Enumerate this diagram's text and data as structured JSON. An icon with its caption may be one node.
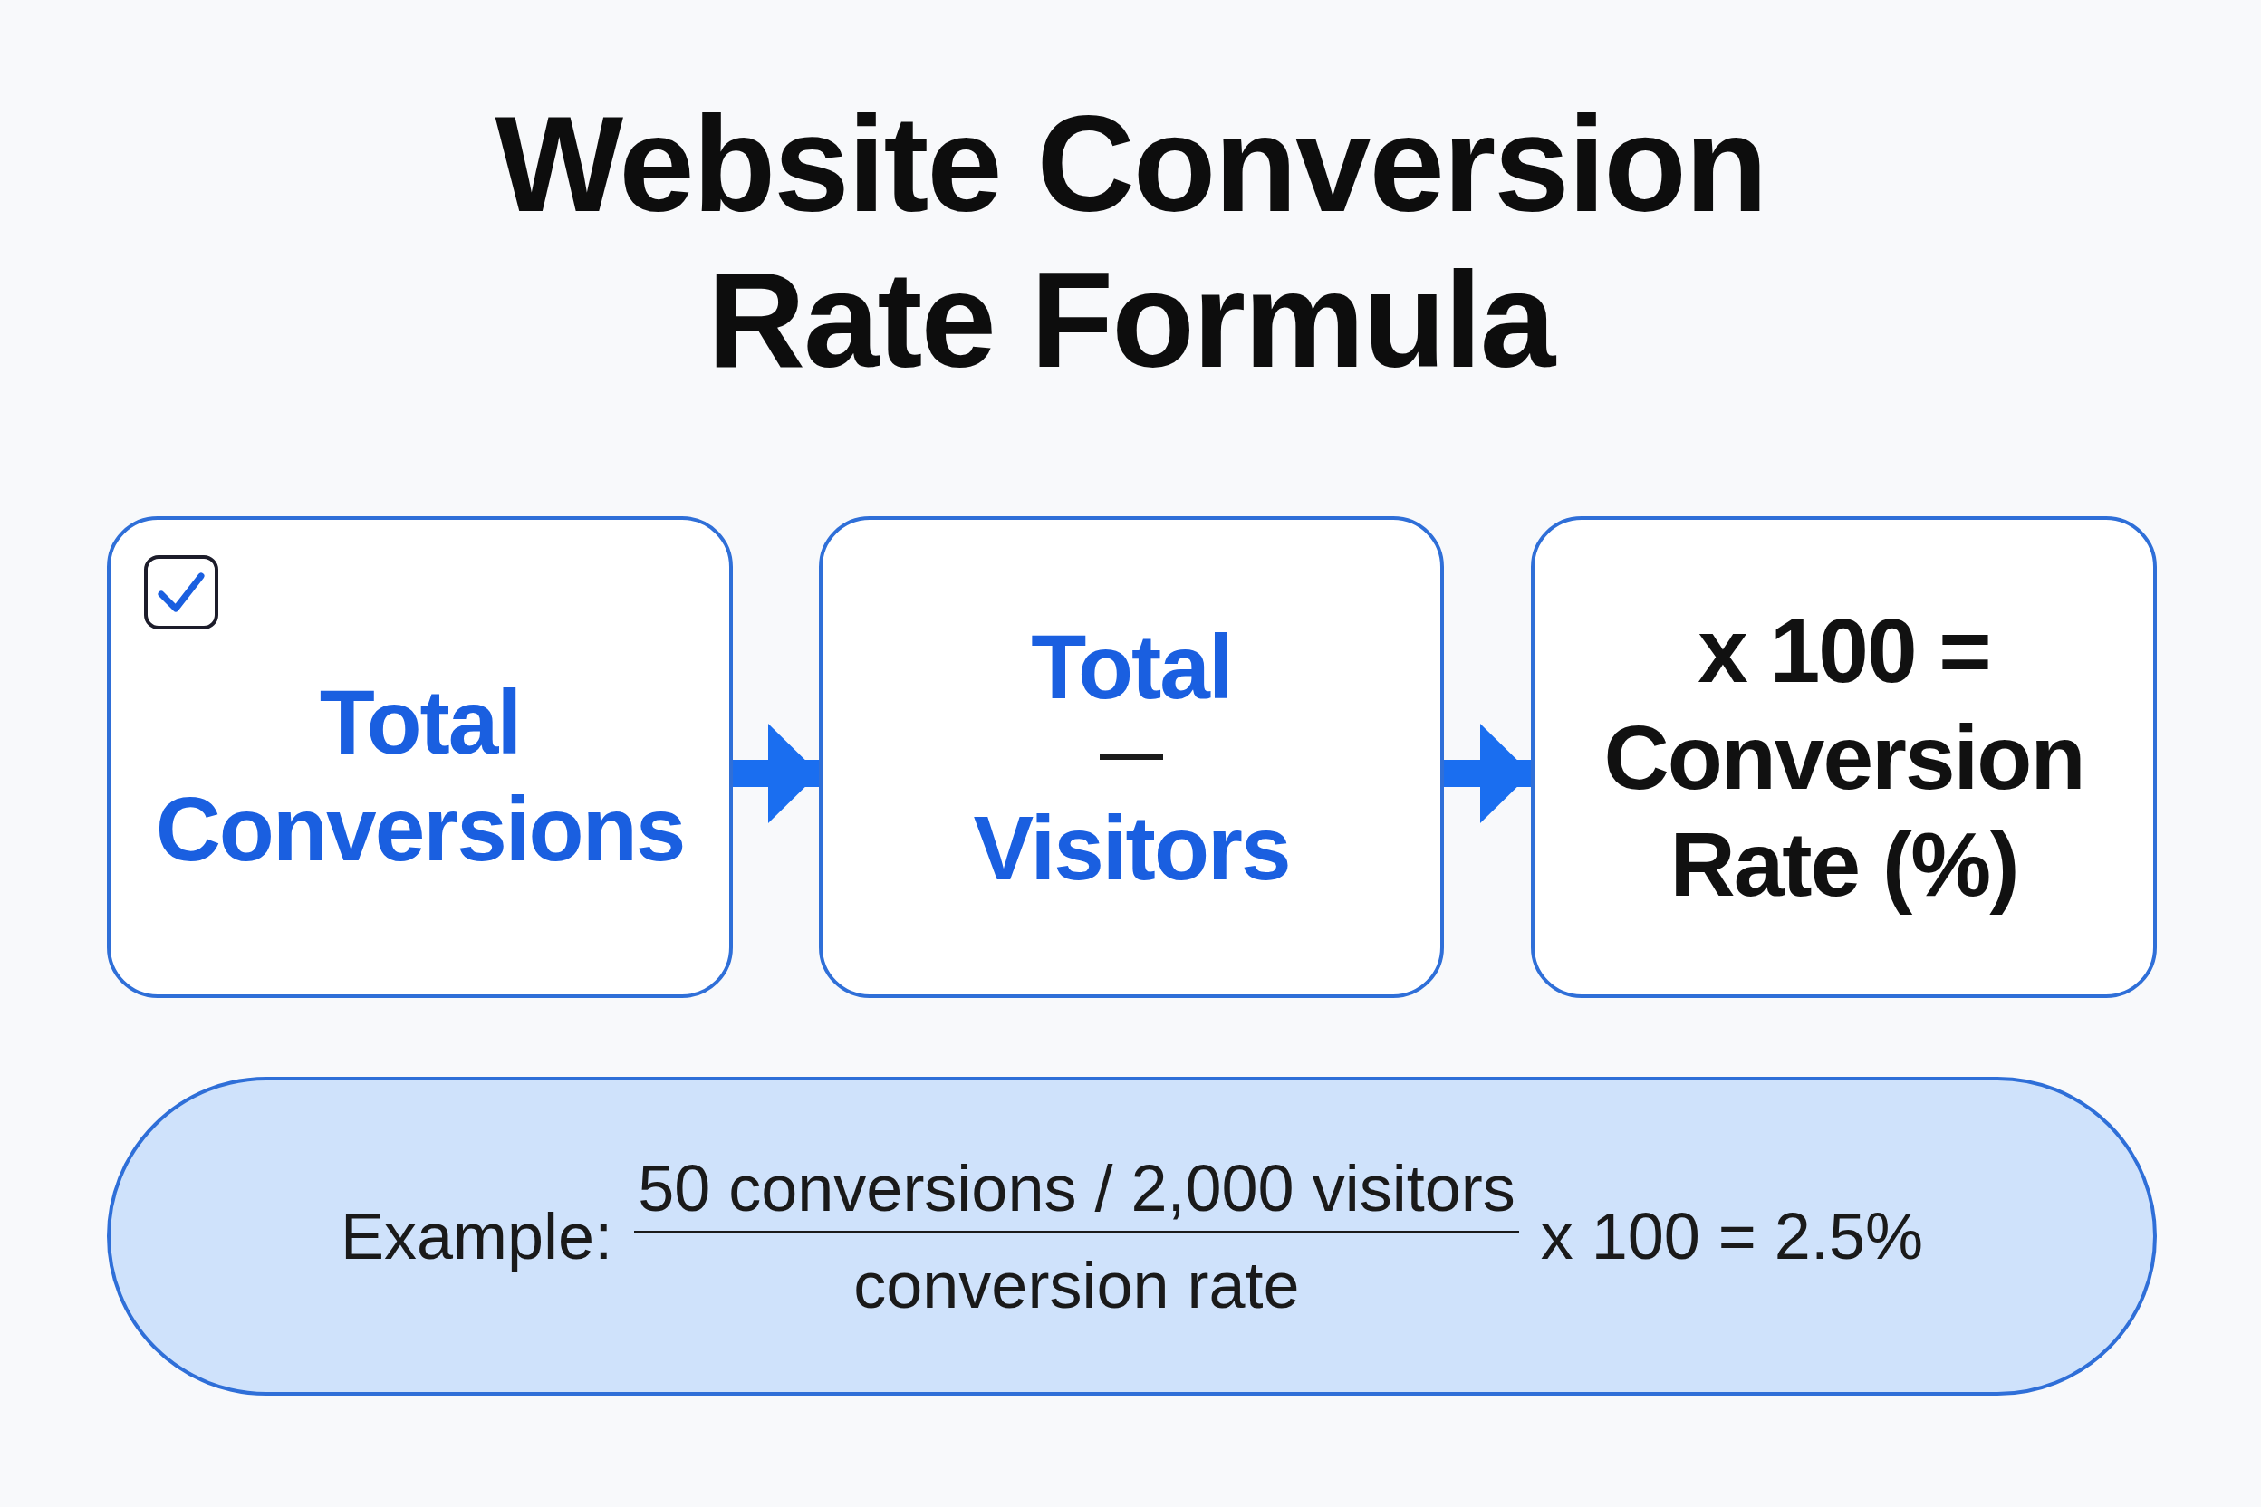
{
  "diagram": {
    "title": "Website Conversion Rate Formula",
    "nodes": [
      {
        "text": [
          "Total Conversions"
        ]
      },
      {
        "text": [
          "Total",
          "Visitors"
        ]
      },
      {
        "text": [
          "x 100 = Conversion Rate (%)"
        ]
      },
      {
        "text": [
          "Example:",
          "50 conversions / 2,000 visitors",
          "conversion rate",
          "x 100 = 2.5%"
        ]
      }
    ],
    "edges": [
      {
        "from": 0,
        "to": 1,
        "arrow": "to"
      },
      {
        "from": 1,
        "to": 2,
        "arrow": "to"
      }
    ]
  }
}
